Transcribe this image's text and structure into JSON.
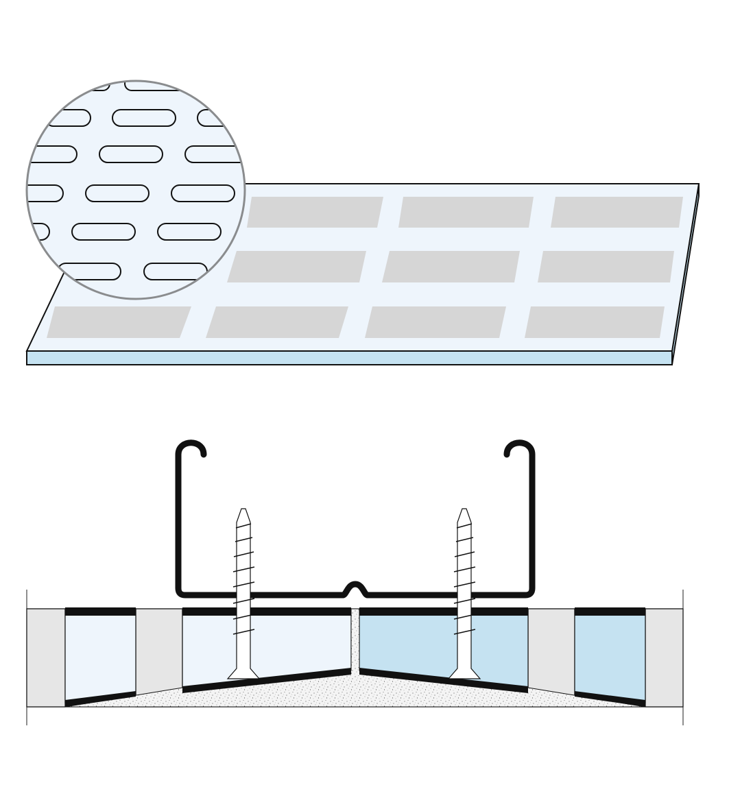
{
  "diagram": {
    "labels": [],
    "colors": {
      "background": "#ffffff",
      "board_face": "#eef5fc",
      "board_edge": "#c5e2f1",
      "panel_tile": "#d6d6d6",
      "outline": "#111111",
      "magnifier_ring": "#8a8c8e",
      "profile_metal": "#111111",
      "insulation_light": "#eef5fc",
      "insulation_blue": "#c5e2f1",
      "stud_grey": "#e6e6e6",
      "joint_filler": "#f4f4f4",
      "grid_line": "#444444"
    },
    "views": [
      {
        "id": "perforated-board-perspective",
        "rows": 3,
        "columns": 4,
        "magnifier": true
      },
      {
        "id": "c-profile-cross-section",
        "screws": 2,
        "cavities": 6
      }
    ]
  }
}
